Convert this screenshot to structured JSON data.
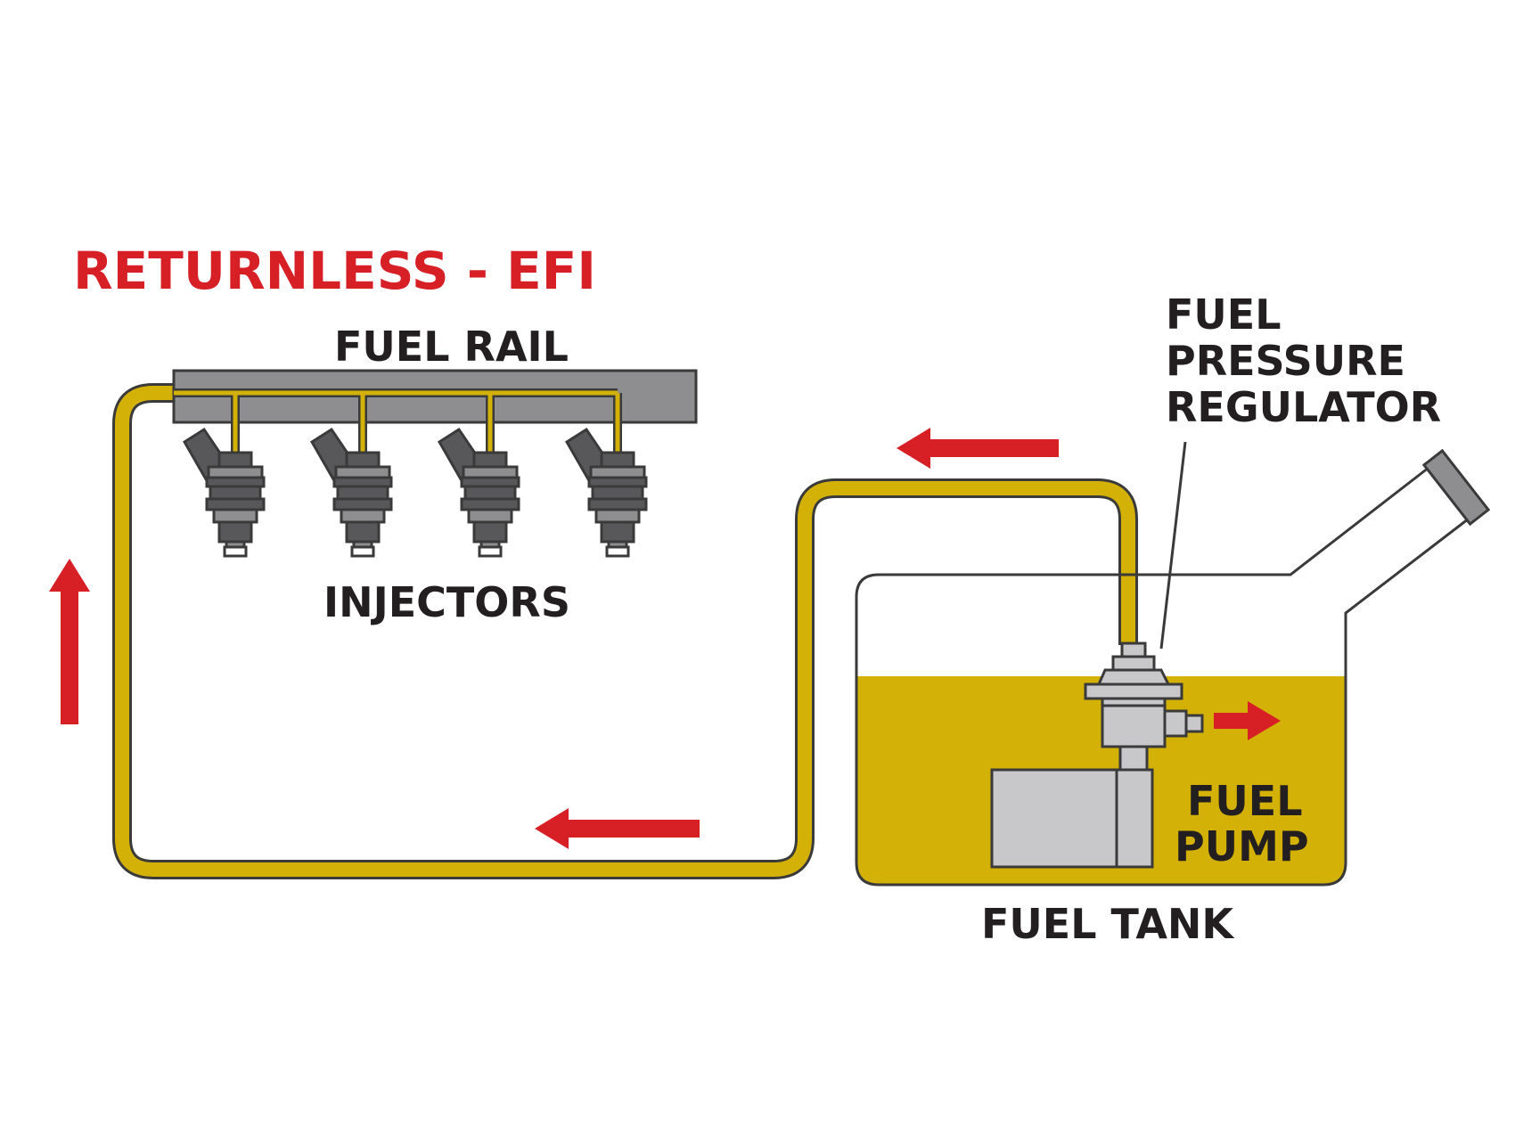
{
  "title": "RETURNLESS - EFI",
  "labels": {
    "fuel_rail": "FUEL RAIL",
    "injectors": "INJECTORS",
    "regulator_line1": "FUEL",
    "regulator_line2": "PRESSURE",
    "regulator_line3": "REGULATOR",
    "pump_line1": "FUEL",
    "pump_line2": "PUMP",
    "fuel_tank": "FUEL TANK"
  },
  "colors": {
    "title": "#d71f26",
    "arrow": "#d71f26",
    "fuel": "#d4b106",
    "line_outline": "#3a3a3a",
    "rail": "#8e8e90",
    "injector": "#58585a",
    "component_light": "#c8c8ca",
    "text": "#231f20"
  },
  "injector_count": 4
}
